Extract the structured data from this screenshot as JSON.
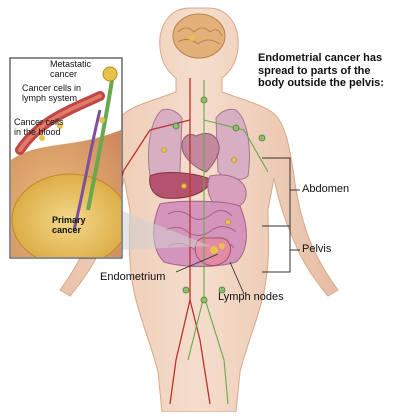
{
  "heading": {
    "lines": [
      "Endometrial cancer has",
      "spread to parts of the",
      "body outside the pelvis:"
    ]
  },
  "inset_labels": {
    "metastatic": [
      "Metastatic",
      "cancer"
    ],
    "lymph": [
      "Cancer cells in",
      "lymph system"
    ],
    "blood": [
      "Cancer cells",
      "in the blood"
    ],
    "primary": [
      "Primary",
      "cancer"
    ]
  },
  "body_labels": {
    "abdomen": "Abdomen",
    "pelvis": "Pelvis",
    "endometrium": "Endometrium",
    "lymph_nodes": "Lymph nodes"
  },
  "colors": {
    "skin": "#f2d6c2",
    "skin_shade": "#e4b89c",
    "organs": "#c9a6c9",
    "lungs": "#d8b0c0",
    "liver": "#b0506a",
    "intestine": "#d08ab0",
    "tumor": "#e8c24a",
    "vessel_red": "#b8342e",
    "lymph_green": "#6aa84f",
    "inset_border": "#444444"
  }
}
